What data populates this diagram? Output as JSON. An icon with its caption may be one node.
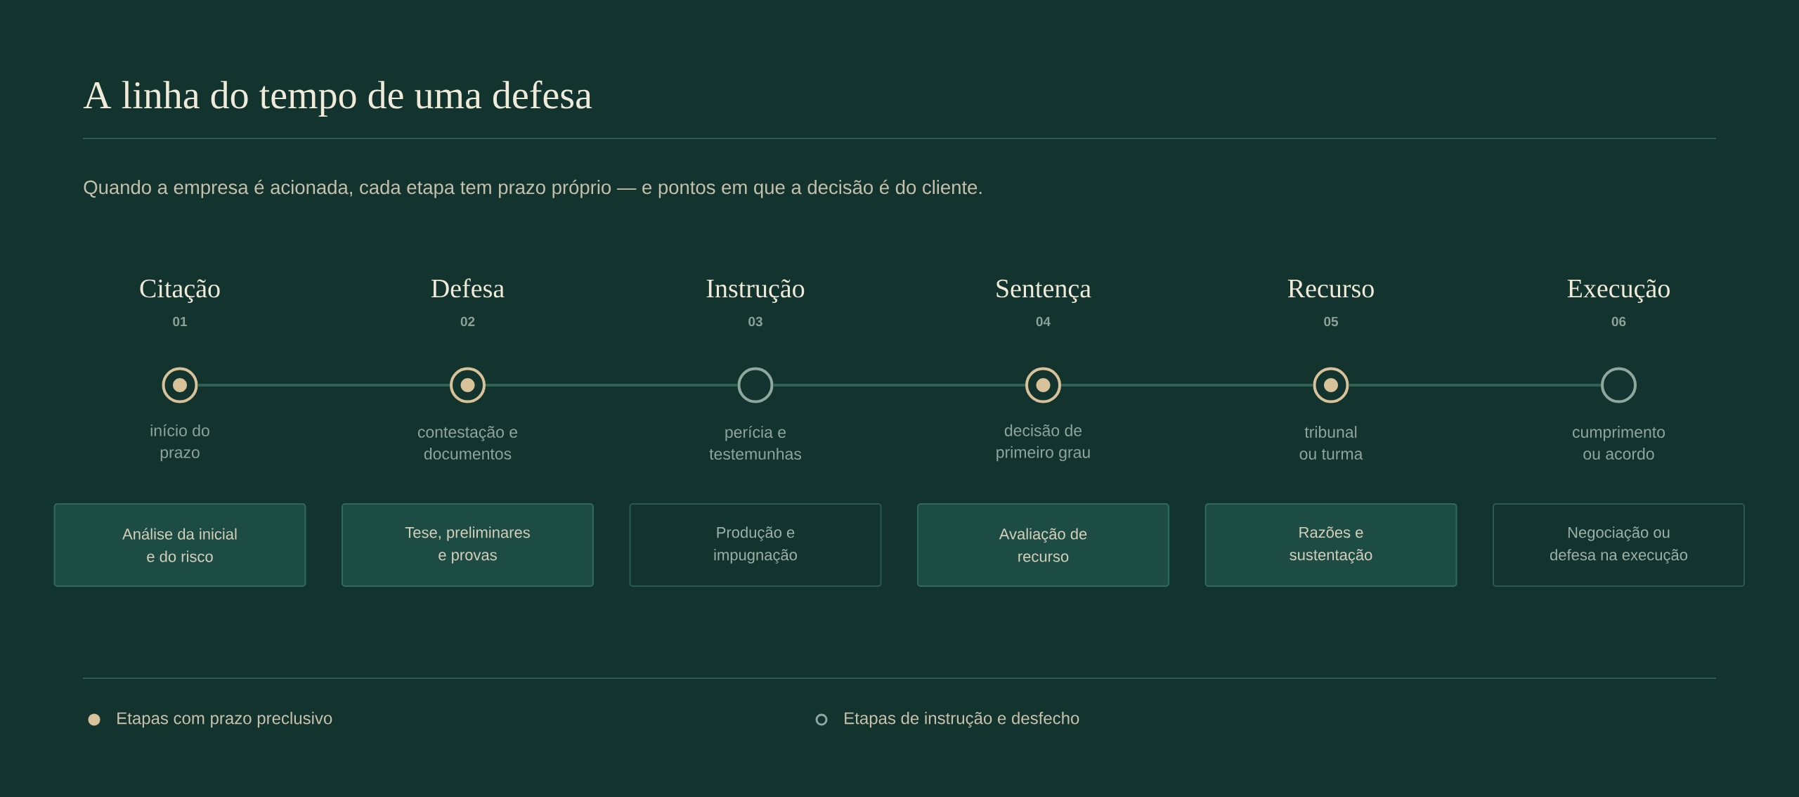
{
  "diagram": {
    "title": "A linha do tempo de uma defesa",
    "caption": "Quando a empresa é acionada, cada etapa tem prazo próprio — e pontos em que a decisão é do cliente.",
    "nodes": [
      {
        "text": [],
        "shape": "circle",
        "beside": [
          "Citação",
          "01",
          "início do prazo"
        ]
      },
      {
        "text": [],
        "shape": "circle",
        "beside": [
          "Defesa",
          "02",
          "contestação e documentos"
        ]
      },
      {
        "text": [],
        "shape": "circle",
        "beside": [
          "Instrução",
          "03",
          "perícia e testemunhas"
        ]
      },
      {
        "text": [],
        "shape": "circle",
        "beside": [
          "Sentença",
          "04",
          "decisão de primeiro grau"
        ]
      },
      {
        "text": [],
        "shape": "circle",
        "beside": [
          "Recurso",
          "05",
          "tribunal ou turma"
        ]
      },
      {
        "text": [],
        "shape": "circle",
        "beside": [
          "Execução",
          "06",
          "cumprimento ou acordo"
        ]
      },
      {
        "text": [
          "Análise da inicial e do risco"
        ]
      },
      {
        "text": [
          "Tese, preliminares e provas"
        ]
      },
      {
        "text": [
          "Produção e impugnação"
        ]
      },
      {
        "text": [
          "Avaliação de recurso"
        ]
      },
      {
        "text": [
          "Razões e sustentação"
        ]
      },
      {
        "text": [
          "Negociação ou defesa na execução"
        ]
      }
    ],
    "edges": [
      {
        "from": 0,
        "to": 1,
        "arrow": "none"
      },
      {
        "from": 1,
        "to": 2,
        "arrow": "none"
      },
      {
        "from": 2,
        "to": 3,
        "arrow": "none"
      },
      {
        "from": 3,
        "to": 4,
        "arrow": "none"
      },
      {
        "from": 4,
        "to": 5,
        "arrow": "none"
      }
    ],
    "legend": [
      {
        "text": "Etapas com prazo preclusivo",
        "color": "#d8c299"
      },
      {
        "text": "Etapas de instrução e desfecho"
      }
    ]
  }
}
